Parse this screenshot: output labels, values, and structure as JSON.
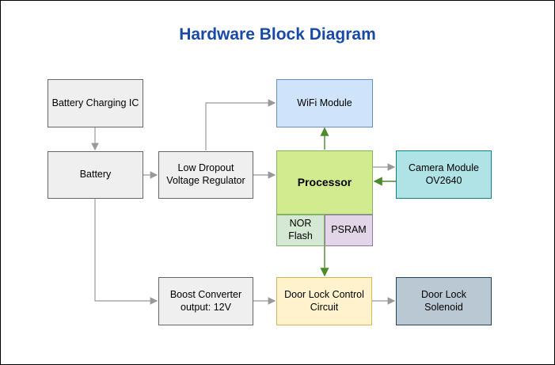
{
  "title": "Hardware Block Diagram",
  "blocks": {
    "charging_ic": "Battery Charging IC",
    "battery": "Battery",
    "ldo": "Low Dropout\nVoltage Regulator",
    "wifi": "WiFi Module",
    "processor": "Processor",
    "camera": "Camera Module\nOV2640",
    "nor_flash": "NOR\nFlash",
    "psram": "PSRAM",
    "boost": "Boost Converter\noutput: 12V",
    "door_ctrl": "Door Lock Control\nCircuit",
    "solenoid": "Door Lock\nSolenoid"
  },
  "colors": {
    "title": "#1a4aa8",
    "gray_arrow": "#999999",
    "green_arrow": "#4d8a2a"
  }
}
